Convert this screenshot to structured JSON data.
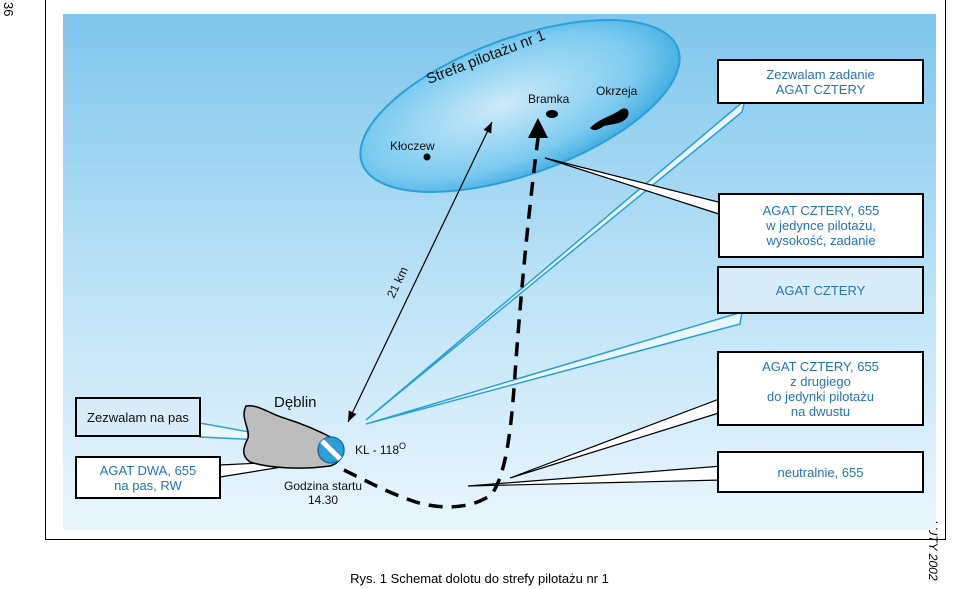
{
  "page_number": "36",
  "issue_date": "LUTY 2002",
  "caption": "Rys. 1 Schemat dolotu do strefy pilotażu nr 1",
  "zone": {
    "name": "Strefa pilotażu nr 1",
    "points": [
      "Kłoczew",
      "Bramka",
      "Okrzeja"
    ]
  },
  "airfield": {
    "name": "Dęblin",
    "heading": "KL - 118",
    "heading_unit": "O",
    "start_time_label": "Godzina startu",
    "start_time": "14.30"
  },
  "distance": "21 km",
  "messages": {
    "zezwalam_zadanie": "Zezwalam zadanie\nAGAT CZTERY",
    "w_jedynce": "AGAT CZTERY, 655\nw jedynce  pilotażu,\nwysokość, zadanie",
    "agat_cztery": "AGAT CZTERY",
    "z_drugiego": "AGAT CZTERY, 655\nz drugiego\ndo jedynki pilotażu\nna dwustu",
    "neutralnie": "neutralnie, 655",
    "zezwalam_pas": "Zezwalam na pas",
    "agat_dwa": "AGAT DWA, 655\nna pas, RW"
  },
  "colors": {
    "sky_top": "#7fc6ec",
    "sky_bottom": "#e9f6fd",
    "zone_fill": "#5bb8e8",
    "callout_blue": "#2b9fd9",
    "text_blue": "#2773b6",
    "airfield_fill": "#bdbdbd"
  }
}
